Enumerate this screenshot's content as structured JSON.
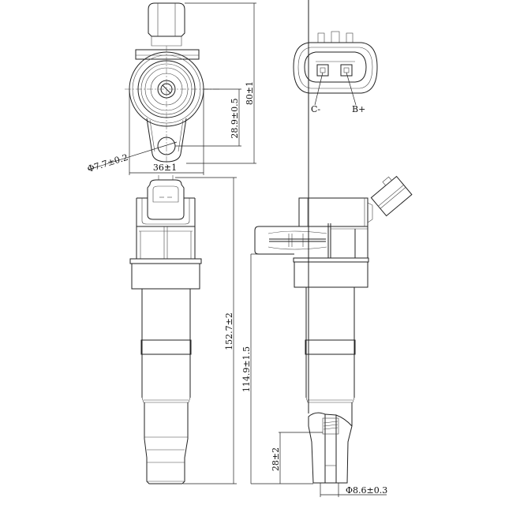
{
  "drawing": {
    "subject": "Ignition coil technical drawing",
    "views": {
      "top": {
        "dimensions": {
          "height": "80±1",
          "bolt_offset": "28.9±0.5",
          "bolt_hole_diameter": "Φ7.7±0.2",
          "width": "36±1"
        }
      },
      "connector": {
        "pins": [
          {
            "label": "C-"
          },
          {
            "label": "B+"
          }
        ]
      },
      "front": {
        "dimensions": {
          "overall_length": "152.7±2"
        }
      },
      "side": {
        "dimensions": {
          "length_from_flange": "114.9±1.5",
          "boot_depth": "28±2",
          "terminal_diameter": "Φ8.6±0.3"
        }
      }
    }
  }
}
